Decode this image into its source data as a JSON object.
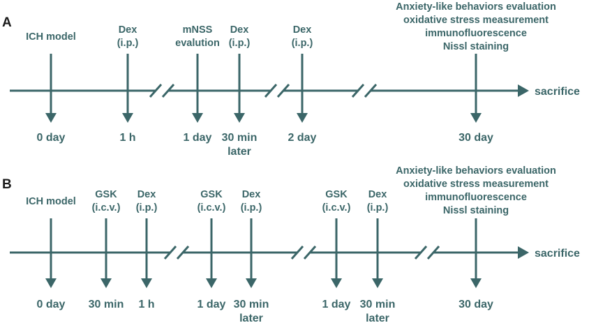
{
  "color": "#3b6668",
  "panels": [
    {
      "letter": "A",
      "axis_end_label": "sacrifice",
      "up_events": [
        {
          "lines": [
            "ICH model"
          ]
        },
        {
          "lines": [
            "Dex",
            "(i.p.)"
          ]
        },
        {
          "lines": [
            "mNSS",
            "evalution"
          ]
        },
        {
          "lines": [
            "Dex",
            "(i.p.)"
          ]
        },
        {
          "lines": [
            "Dex",
            "(i.p.)"
          ]
        },
        {
          "lines": [
            "Anxiety-like behaviors evaluation",
            "oxidative stress measurement",
            "immunofluorescence",
            "Nissl staining"
          ]
        }
      ],
      "time_labels": [
        {
          "lines": [
            "0 day"
          ]
        },
        {
          "lines": [
            "1 h"
          ]
        },
        {
          "lines": [
            "1 day"
          ]
        },
        {
          "lines": [
            "30 min",
            "later"
          ]
        },
        {
          "lines": [
            "2 day"
          ]
        },
        {
          "lines": [
            "30 day"
          ]
        }
      ]
    },
    {
      "letter": "B",
      "axis_end_label": "sacrifice",
      "up_events": [
        {
          "lines": [
            "ICH model"
          ]
        },
        {
          "lines": [
            "GSK",
            "(i.c.v.)"
          ]
        },
        {
          "lines": [
            "Dex",
            "(i.p.)"
          ]
        },
        {
          "lines": [
            "GSK",
            "(i.c.v.)"
          ]
        },
        {
          "lines": [
            "Dex",
            "(i.p.)"
          ]
        },
        {
          "lines": [
            "GSK",
            "(i.c.v.)"
          ]
        },
        {
          "lines": [
            "Dex",
            "(i.p.)"
          ]
        },
        {
          "lines": [
            "Anxiety-like behaviors evaluation",
            "oxidative stress measurement",
            "immunofluorescence",
            "Nissl staining"
          ]
        }
      ],
      "time_labels": [
        {
          "lines": [
            "0 day"
          ]
        },
        {
          "lines": [
            "30 min"
          ]
        },
        {
          "lines": [
            "1 h"
          ]
        },
        {
          "lines": [
            "1 day"
          ]
        },
        {
          "lines": [
            "30 min",
            "later"
          ]
        },
        {
          "lines": [
            "1 day"
          ]
        },
        {
          "lines": [
            "30 min",
            "later"
          ]
        },
        {
          "lines": [
            "30 day"
          ]
        }
      ]
    }
  ]
}
